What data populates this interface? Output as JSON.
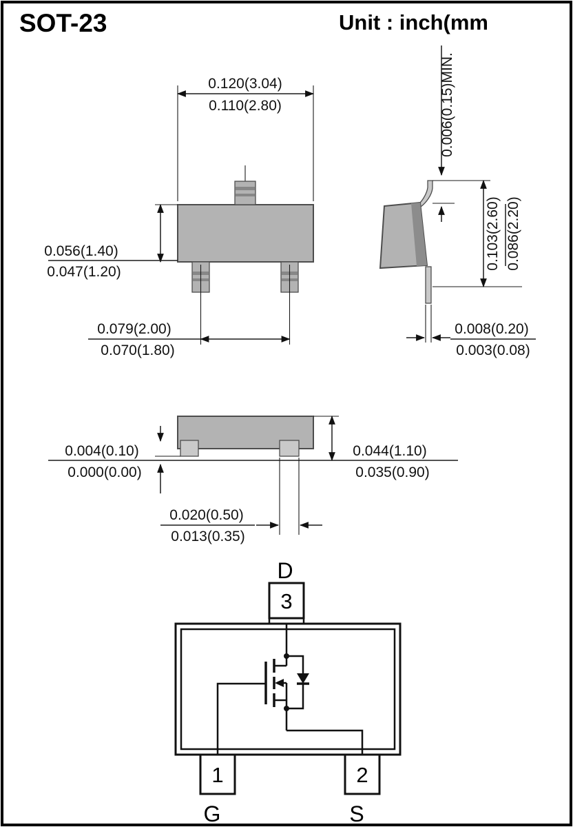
{
  "header": {
    "title": "SOT-23",
    "unit": "Unit : inch(mm"
  },
  "top_view": {
    "width": {
      "max": "0.120(3.04)",
      "min": "0.110(2.80)"
    },
    "body": {
      "max": "0.056(1.40)",
      "min": "0.047(1.20)"
    },
    "pitch": {
      "max": "0.079(2.00)",
      "min": "0.070(1.80)"
    }
  },
  "side_view": {
    "standoff_min": "0.006(0.15)MIN.",
    "height": {
      "max": "0.103(2.60)",
      "min": "0.086(2.20)"
    },
    "lead_thickness": {
      "max": "0.008(0.20)",
      "min": "0.003(0.08)"
    }
  },
  "front_view": {
    "standoff": {
      "max": "0.004(0.10)",
      "min": "0.000(0.00)"
    },
    "height": {
      "max": "0.044(1.10)",
      "min": "0.035(0.90)"
    },
    "lead_width": {
      "max": "0.020(0.50)",
      "min": "0.013(0.35)"
    }
  },
  "schematic": {
    "pins": {
      "p1": {
        "num": "1",
        "name": "G"
      },
      "p2": {
        "num": "2",
        "name": "S"
      },
      "p3": {
        "num": "3",
        "name": "D"
      }
    }
  },
  "colors": {
    "package_fill": "#b3b3b3",
    "package_shade": "#8c8c8c",
    "lead_fill": "#c9c9c9",
    "line": "#111111"
  }
}
